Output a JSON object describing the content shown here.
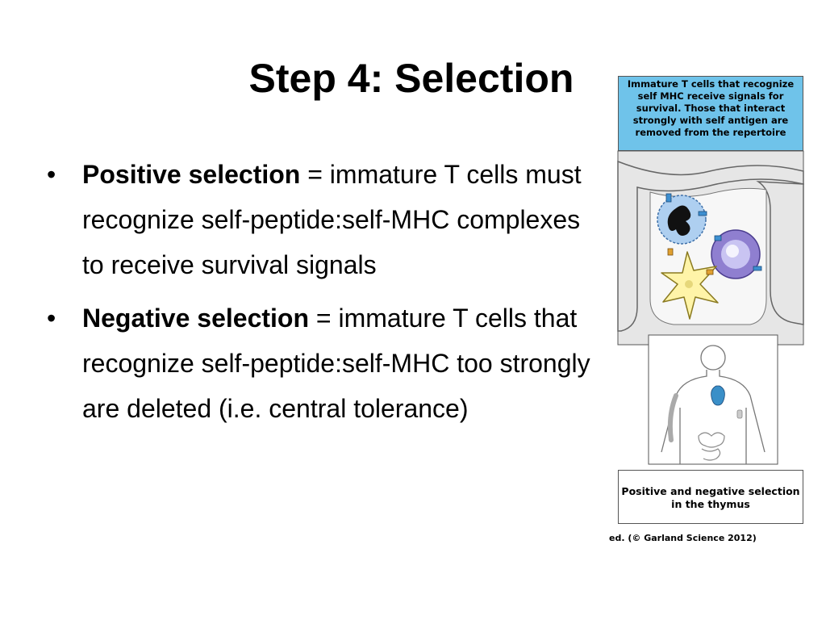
{
  "slide": {
    "title": "Step 4: Selection",
    "bullets": [
      {
        "term": "Positive selection",
        "text": " = immature T cells must recognize self-peptide:self-MHC complexes to receive survival signals"
      },
      {
        "term": "Negative selection",
        "text": " = immature T cells that recognize self-peptide:self-MHC too strongly are deleted (i.e. central tolerance)"
      }
    ]
  },
  "figure": {
    "top_caption": "Immature T cells that recognize self MHC receive signals for survival. Those that interact strongly with self antigen are removed from the repertoire",
    "bottom_caption": "Positive and negative selection in the thymus",
    "credit": "ed. (© Garland Science 2012)",
    "colors": {
      "caption_blue": "#6fc3ea",
      "panel_gray": "#e6e6e6",
      "cell_blue": "#aecff0",
      "cell_purple": "#8f7fd0",
      "dendritic_yellow": "#fff4a8",
      "thymus_blue": "#3a8fc8"
    }
  }
}
